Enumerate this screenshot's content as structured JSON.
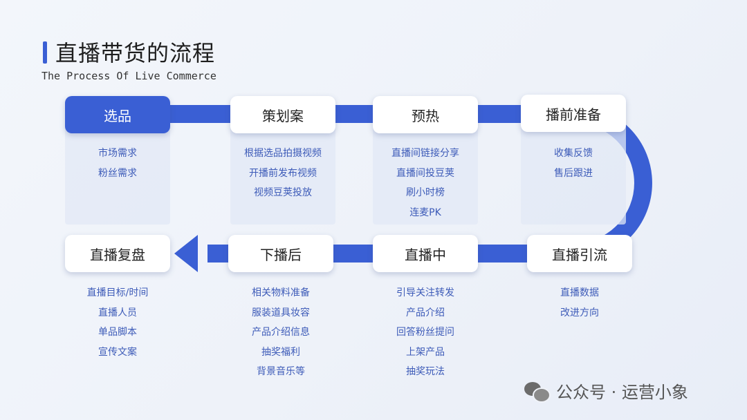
{
  "header": {
    "title": "直播带货的流程",
    "subtitle": "The Process Of Live Commerce"
  },
  "colors": {
    "accent": "#3a5fd4",
    "item_text": "#3d5bb8",
    "panel": "#e2e8f6"
  },
  "steps": [
    {
      "label": "选品",
      "active": true,
      "items": [
        "市场需求",
        "粉丝需求"
      ]
    },
    {
      "label": "策划案",
      "items": [
        "根据选品拍摄视频",
        "开播前发布视频",
        "视频豆荚投放"
      ]
    },
    {
      "label": "预热",
      "items": [
        "直播间链接分享",
        "直播间投豆荚",
        "刷小时榜",
        "连麦PK"
      ]
    },
    {
      "label": "播前准备",
      "items": [
        "收集反馈",
        "售后跟进"
      ]
    },
    {
      "label": "直播引流",
      "items": [
        "直播数据",
        "改进方向"
      ]
    },
    {
      "label": "直播中",
      "items": [
        "引导关注转发",
        "产品介绍",
        "回答粉丝提问",
        "上架产品",
        "抽奖玩法"
      ]
    },
    {
      "label": "下播后",
      "items": [
        "相关物料准备",
        "服装道具妆容",
        "产品介绍信息",
        "抽奖福利",
        "背景音乐等"
      ]
    },
    {
      "label": "直播复盘",
      "items": [
        "直播目标/时间",
        "直播人员",
        "单品脚本",
        "宣传文案"
      ]
    }
  ],
  "watermark": {
    "text": "公众号 · 运营小象",
    "icon": "wechat-icon"
  }
}
